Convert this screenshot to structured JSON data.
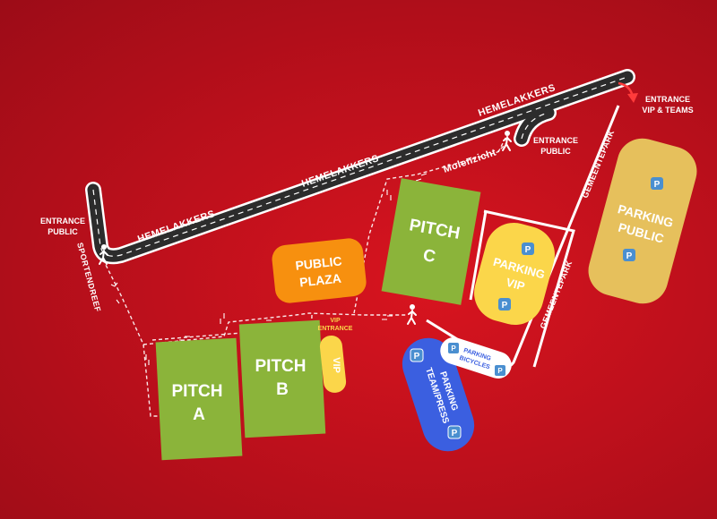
{
  "roads": {
    "hemelakkers": "HEMELAKKERS",
    "molenzicht": "Molenzicht",
    "sportendreef": "SPORTENDREEF",
    "gemeentepark": "GEMEENTEPARK"
  },
  "entrances": {
    "public_west": [
      "ENTRANCE",
      "PUBLIC"
    ],
    "public_east": [
      "ENTRANCE",
      "PUBLIC"
    ],
    "vip_teams": [
      "ENTRANCE",
      "VIP & TEAMS"
    ],
    "vip": [
      "VIP",
      "ENTRANCE"
    ]
  },
  "pitches": {
    "a": [
      "PITCH",
      "A"
    ],
    "b": [
      "PITCH",
      "B"
    ],
    "c": [
      "PITCH",
      "C"
    ]
  },
  "zones": {
    "public_plaza": [
      "PUBLIC",
      "PLAZA"
    ],
    "vip": "VIP"
  },
  "parkings": {
    "vip": [
      "PARKING",
      "VIP"
    ],
    "public": [
      "PARKING",
      "PUBLIC"
    ],
    "team_press": [
      "PARKING",
      "TEAM/PRESS"
    ],
    "bicycles": [
      "PARKING",
      "BICYCLES"
    ]
  },
  "parking_symbol": "P",
  "colors": {
    "background": "#c4111d",
    "road": "#2c2c2c",
    "pitch": "#8bb43a",
    "plaza": "#f7900f",
    "vip_yellow": "#fbd64a",
    "public_parking": "#e6c05c",
    "team_press": "#3b5fe0",
    "parking_tag": "#4a8fd0"
  }
}
